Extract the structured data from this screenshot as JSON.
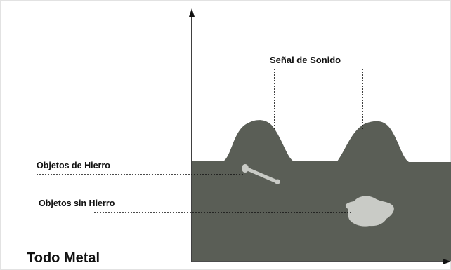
{
  "labels": {
    "signal": "Señal de Sonido",
    "iron_objects": "Objetos de Hierro",
    "non_iron_objects": "Objetos sin Hierro",
    "mode": "Todo Metal"
  },
  "colors": {
    "ground": "#5a5e56",
    "objects": "#c9cbc6",
    "axis": "#111111",
    "background": "#ffffff",
    "text": "#111111"
  }
}
